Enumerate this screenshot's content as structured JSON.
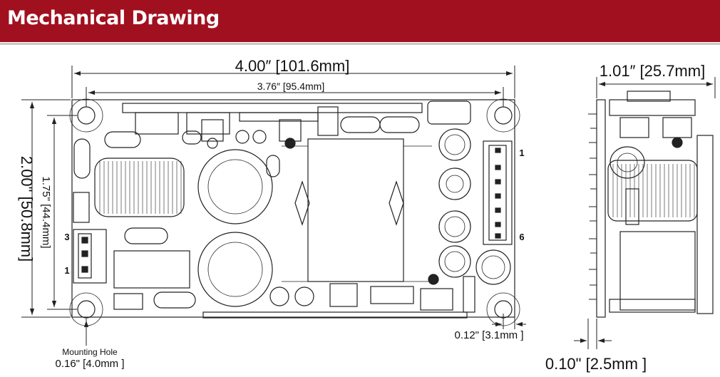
{
  "header": {
    "title": "Mechanical Drawing"
  },
  "colors": {
    "header_bg": "#a1101f",
    "line": "#222222"
  },
  "dimensions": {
    "overall_length": "4.00″ [101.6mm]",
    "hole_spacing_length": "3.76″ [95.4mm]",
    "overall_width": "2.00\" [50.8mm]",
    "hole_spacing_width": "1.75\" [44.4mm]",
    "height": "1.01″ [25.7mm]",
    "hole_offset": "0.12\" [3.1mm ]",
    "board_thickness": "0.10\" [2.5mm ]"
  },
  "mounting_hole": {
    "label": "Mounting Hole",
    "size": "0.16\" [4.0mm ]"
  },
  "pins": {
    "conn_left_top": "3",
    "conn_left_bottom": "1",
    "conn_right_top": "1",
    "conn_right_bottom": "6"
  }
}
